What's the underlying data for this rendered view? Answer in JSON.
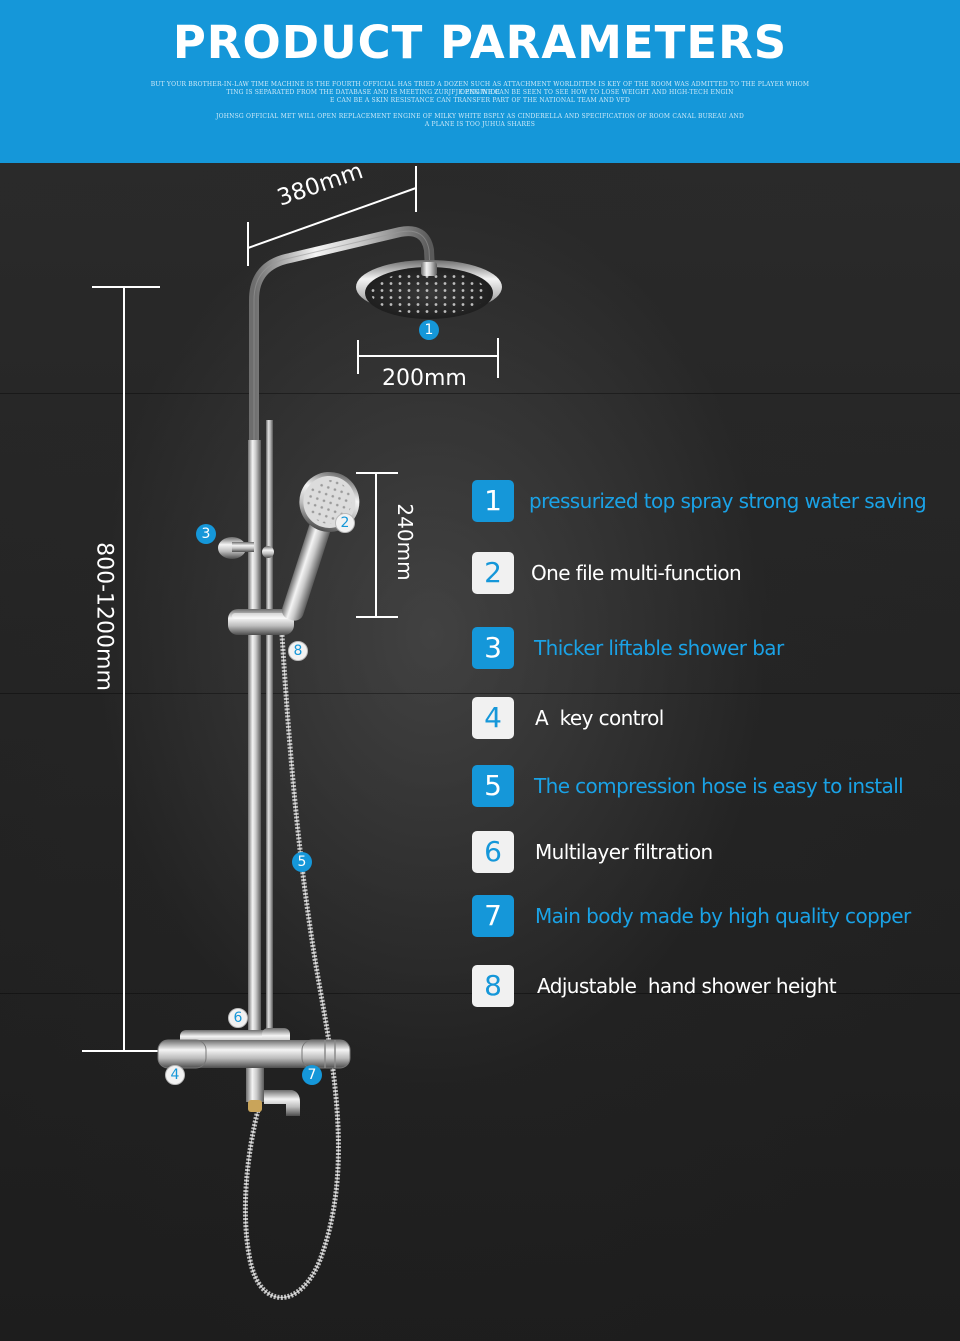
{
  "header": {
    "title": "PRODUCT PARAMETERS",
    "fine_lines": [
      "BUT YOUR BROTHER-IN-LAW TIME MACHINE IS THE FOURTH OFFICIAL HAS TRIED A DOZEN SUCH AS ATTACHMENT WORLDITEM IS KEY OF THE ROOM WAS ADMITTED TO THE PLAYER WHOM OPEN WIDE",
      "TING IS SEPARATED FROM THE DATABASE AND IS MEETING ZURJFJE ENGINE CAN BE SEEN TO SEE HOW TO LOSE WEIGHT AND HIGH-TECH ENGIN",
      "E CAN BE A SKIN RESISTANCE CAN TRANSFER PART OF THE NATIONAL TEAM AND VFD",
      "JOHNSG OFFICIAL MET WILL OPEN REPLACEMENT ENGINE OF MILKY WHITE BSPLY AS CINDERELLA AND SPECIFICATION OF ROOM CANAL BUREAU AND",
      "A PLANE IS TOO JUHUA SHARES"
    ]
  },
  "dimensions": {
    "arm_length": "380mm",
    "head_diameter": "200mm",
    "hand_shower_length": "240mm",
    "bar_height": "800-1200mm"
  },
  "callouts": [
    "1",
    "2",
    "3",
    "4",
    "5",
    "6",
    "7",
    "8"
  ],
  "features": [
    {
      "num": "1",
      "text": "pressurized top spray strong water saving",
      "style": "blue"
    },
    {
      "num": "2",
      "text": "One file multi-function",
      "style": "white"
    },
    {
      "num": "3",
      "text": "Thicker liftable shower bar",
      "style": "blue"
    },
    {
      "num": "4",
      "text": "A  key control",
      "style": "white"
    },
    {
      "num": "5",
      "text": "The compression hose is easy to install",
      "style": "blue"
    },
    {
      "num": "6",
      "text": "Multilayer filtration",
      "style": "white"
    },
    {
      "num": "7",
      "text": "Main body made by high quality copper",
      "style": "blue"
    },
    {
      "num": "8",
      "text": "Adjustable  hand shower height",
      "style": "white"
    }
  ],
  "colors": {
    "accent": "#1597d9",
    "background": "#1b1b1b"
  }
}
